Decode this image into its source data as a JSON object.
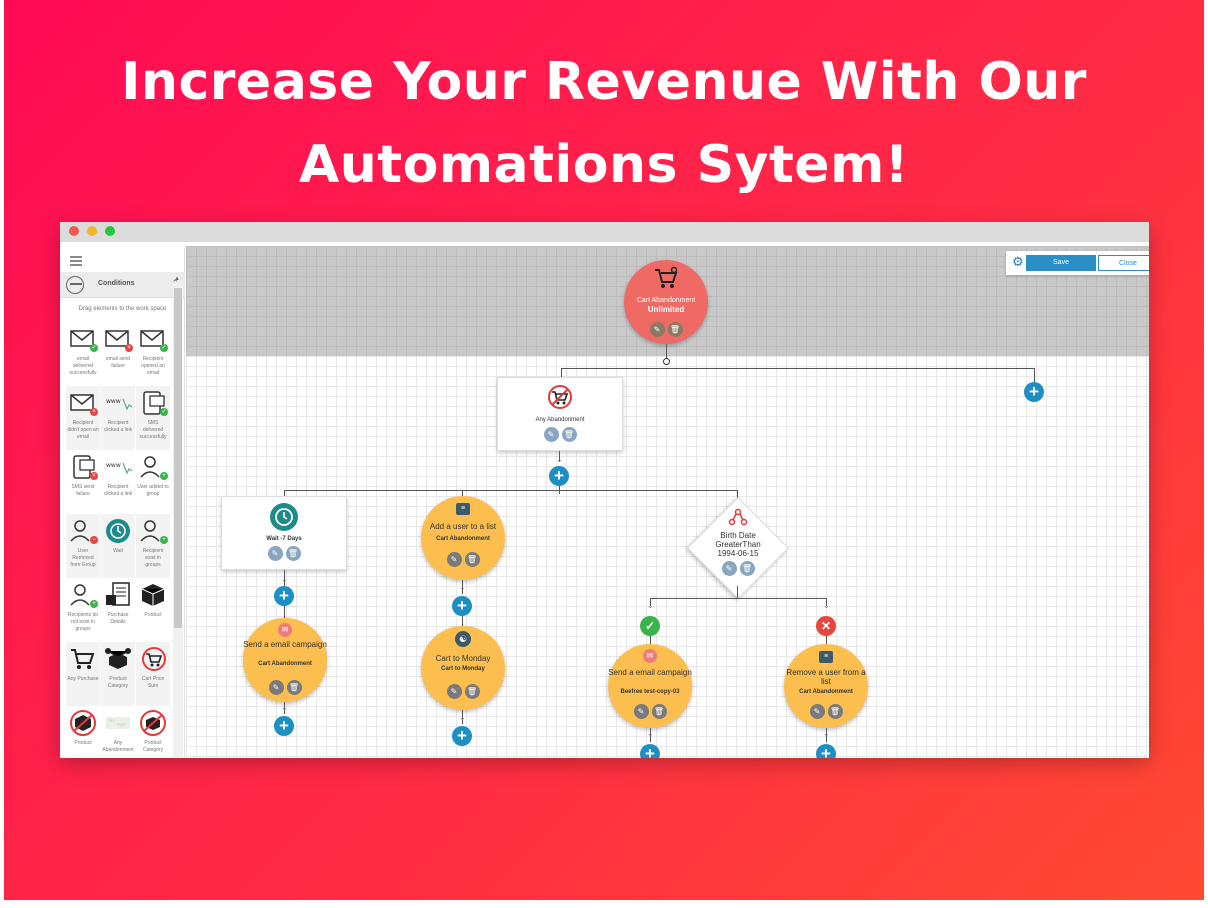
{
  "hero": {
    "line1": "Increase Your Revenue With Our",
    "line2": "Automations Sytem!"
  },
  "colors": {
    "brand_gradient_start": "#ff0b55",
    "brand_gradient_end": "#ff4a32",
    "node_orange": "#fbbe4f",
    "trigger_red": "#ef6a64",
    "plus_blue": "#1e8fc2",
    "save_blue": "#2b8fc6"
  },
  "sidebar": {
    "section_label": "Conditions",
    "drag_hint": "Drag elements to the work space",
    "items": [
      {
        "label": "email delivered successfully",
        "icon": "envelope-check-icon"
      },
      {
        "label": "email send failure",
        "icon": "envelope-x-icon"
      },
      {
        "label": "Recipient opened an email",
        "icon": "envelope-open-icon"
      },
      {
        "label": "Recipient didn't open an email",
        "icon": "envelope-unopened-icon"
      },
      {
        "label": "Recipient clicked a link",
        "icon": "www-click-icon"
      },
      {
        "label": "SMS delivered successfully",
        "icon": "sms-check-icon"
      },
      {
        "label": "SMS send failure",
        "icon": "sms-x-icon"
      },
      {
        "label": "Recipient clicked a link",
        "icon": "www-click-icon"
      },
      {
        "label": "User added to group",
        "icon": "user-add-icon"
      },
      {
        "label": "User Removed from Group",
        "icon": "user-remove-icon"
      },
      {
        "label": "Wait",
        "icon": "clock-icon"
      },
      {
        "label": "Recipient exist in groups",
        "icon": "user-group-icon"
      },
      {
        "label": "Recipients do not exist in groups",
        "icon": "user-group-add-icon"
      },
      {
        "label": "Purchase Details",
        "icon": "receipt-icon"
      },
      {
        "label": "Product",
        "icon": "box-icon"
      },
      {
        "label": "Any Purchase",
        "icon": "cart-icon"
      },
      {
        "label": "Product Category",
        "icon": "category-icon"
      },
      {
        "label": "Cart Price Sum",
        "icon": "cart-price-icon"
      },
      {
        "label": "Product",
        "icon": "box-red-icon"
      },
      {
        "label": "Any Abandonment",
        "icon": "abandon-icon"
      },
      {
        "label": "Product Category",
        "icon": "category-red-icon"
      }
    ]
  },
  "toolbar": {
    "save_label": "Save",
    "close_label": "Close"
  },
  "trigger": {
    "title": "Cart Abandonment",
    "subtitle": "Unlimited"
  },
  "nodes": {
    "any_abandonment": {
      "title": "Any Abandonment"
    },
    "wait": {
      "title": "Wait -7 Days"
    },
    "add_user": {
      "title": "Add a user to a list",
      "subtitle": "Cart Abandonment"
    },
    "birth_date": {
      "line1": "Birth Date",
      "line2": "GreaterThan",
      "line3": "1994-06-15"
    },
    "send_email_left": {
      "title": "Send a email campaign",
      "subtitle": "Cart Abandonment"
    },
    "cart_monday": {
      "title": "Cart to Monday",
      "subtitle": "Cart to Monday"
    },
    "send_email_right": {
      "title": "Send a email campaign",
      "subtitle": "Beefree test-copy-03"
    },
    "remove_user": {
      "title": "Remove a user from a list",
      "subtitle": "Cart Abandonment"
    }
  }
}
